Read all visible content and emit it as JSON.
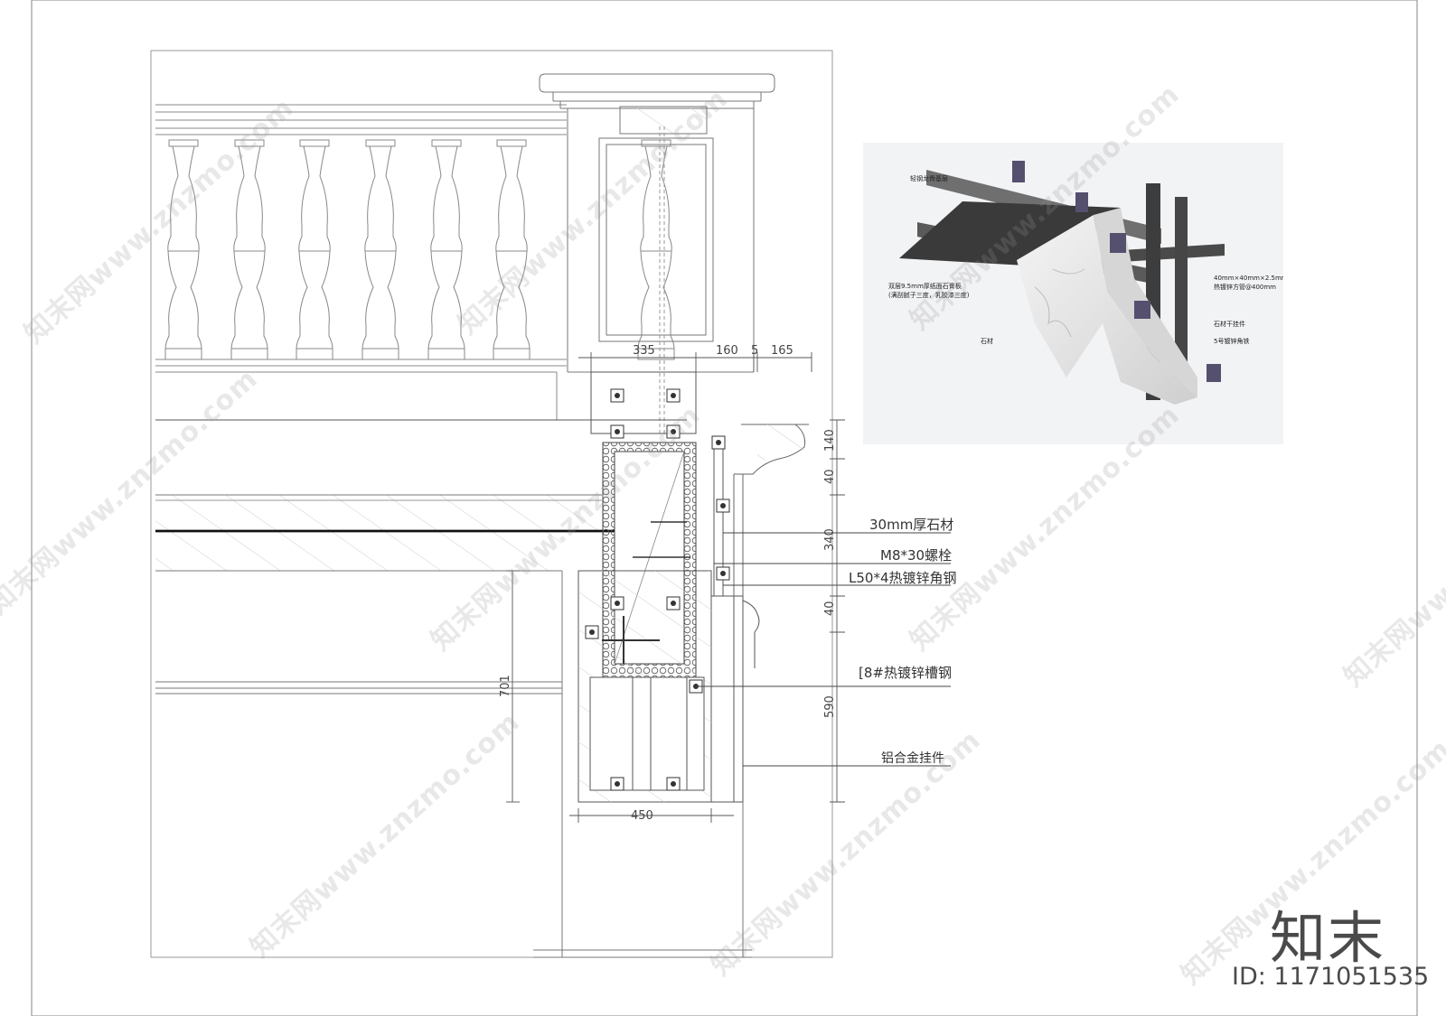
{
  "labels": {
    "stone_30mm": "30mm厚石材",
    "bolt_m8": "M8*30螺栓",
    "angle_l50": "L50*4热镀锌角钢",
    "channel_8": "[8#热镀锌槽钢",
    "aluminum_hanger": "铝合金挂件"
  },
  "dimensions": {
    "d335": "335",
    "d160": "160",
    "d5": "5",
    "d165": "165",
    "d140": "140",
    "d40a": "40",
    "d340": "340",
    "d40b": "40",
    "d590": "590",
    "d701": "701",
    "d450": "450"
  },
  "photo": {
    "light_steel": "轻钢龙骨基层",
    "gypsum_1": "双层9.5mm厚纸面石膏板",
    "gypsum_2": "(满刮腻子三度，乳胶漆三度)",
    "stone": "石材",
    "tube_1": "40mm×40mm×2.5mm",
    "tube_2": "热镀锌方管@400mm",
    "dry_hanger": "石材干挂件",
    "angle_5": "5号镀锌角铁"
  },
  "watermark": {
    "site": "知末网www.znzmo.com",
    "brand": "知末",
    "id": "ID: 1171051535"
  }
}
